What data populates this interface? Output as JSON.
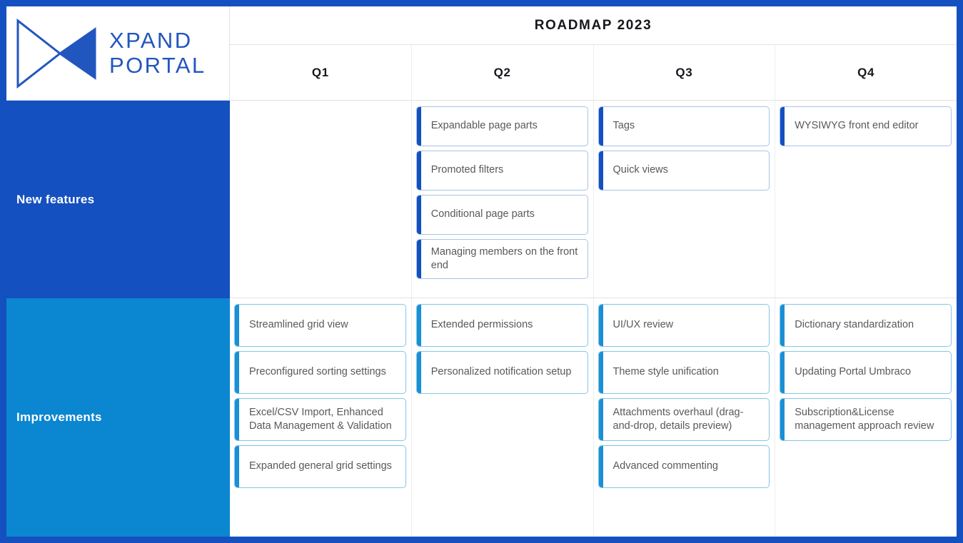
{
  "brand": {
    "logo_icon": "bowtie-logo-icon",
    "name_line1": "XPAND",
    "name_line2": "PORTAL",
    "logo_color": "#2256bf"
  },
  "header": {
    "title": "ROADMAP 2023",
    "quarters": [
      {
        "label": "Q1"
      },
      {
        "label": "Q2"
      },
      {
        "label": "Q3"
      },
      {
        "label": "Q4"
      }
    ]
  },
  "colors": {
    "frame": "#1450bf",
    "new_features_bg": "#1450bf",
    "improvements_bg": "#0b86d0",
    "new_features_accent": "#1450bf",
    "improvements_accent": "#1b8fd4",
    "card_text": "#58595b",
    "title_text": "#16181c"
  },
  "lanes": [
    {
      "label": "New features",
      "columns": [
        {
          "quarter": "Q1",
          "cards": []
        },
        {
          "quarter": "Q2",
          "cards": [
            {
              "text": "Expandable page parts"
            },
            {
              "text": "Promoted filters"
            },
            {
              "text": "Conditional page parts"
            },
            {
              "text": "Managing members on the front end"
            }
          ]
        },
        {
          "quarter": "Q3",
          "cards": [
            {
              "text": "Tags"
            },
            {
              "text": "Quick views"
            }
          ]
        },
        {
          "quarter": "Q4",
          "cards": [
            {
              "text": "WYSIWYG front end editor"
            }
          ]
        }
      ]
    },
    {
      "label": "Improvements",
      "columns": [
        {
          "quarter": "Q1",
          "cards": [
            {
              "text": "Streamlined grid view"
            },
            {
              "text": "Preconfigured sorting settings"
            },
            {
              "text": "Excel/CSV Import, Enhanced Data Management & Validation"
            },
            {
              "text": "Expanded general grid settings"
            }
          ]
        },
        {
          "quarter": "Q2",
          "cards": [
            {
              "text": "Extended permissions"
            },
            {
              "text": "Personalized notification setup"
            }
          ]
        },
        {
          "quarter": "Q3",
          "cards": [
            {
              "text": "UI/UX review"
            },
            {
              "text": "Theme style unification"
            },
            {
              "text": "Attachments overhaul (drag-and-drop, details preview)"
            },
            {
              "text": "Advanced commenting"
            }
          ]
        },
        {
          "quarter": "Q4",
          "cards": [
            {
              "text": "Dictionary standardization"
            },
            {
              "text": "Updating Portal Umbraco"
            },
            {
              "text": "Subscription&License management approach review"
            }
          ]
        }
      ]
    }
  ]
}
